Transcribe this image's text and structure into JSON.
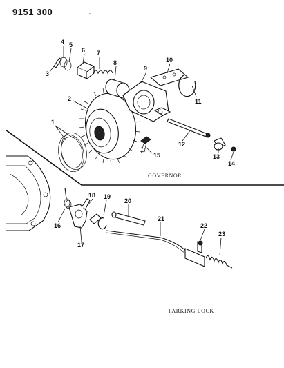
{
  "document": {
    "part_number": "9151 300"
  },
  "sections": {
    "governor": "GOVERNOR",
    "parking_lock": "PARKING LOCK"
  },
  "callouts": [
    "1",
    "2",
    "3",
    "4",
    "5",
    "6",
    "7",
    "8",
    "9",
    "10",
    "11",
    "12",
    "13",
    "14",
    "15",
    "16",
    "17",
    "18",
    "19",
    "20",
    "21",
    "22",
    "23"
  ]
}
